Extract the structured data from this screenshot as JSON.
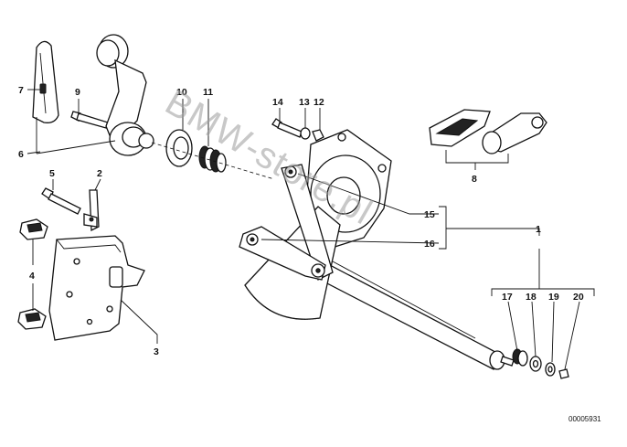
{
  "callouts": {
    "c1": "1",
    "c2": "2",
    "c3": "3",
    "c4": "4",
    "c5": "5",
    "c6": "6",
    "c7": "7",
    "c8": "8",
    "c9": "9",
    "c10": "10",
    "c11": "11",
    "c12": "12",
    "c13": "13",
    "c14": "14",
    "c15": "15",
    "c16": "16",
    "c17": "17",
    "c18": "18",
    "c19": "19",
    "c20": "20"
  },
  "watermark": "BMW-store.pl",
  "reference_code": "00005931"
}
